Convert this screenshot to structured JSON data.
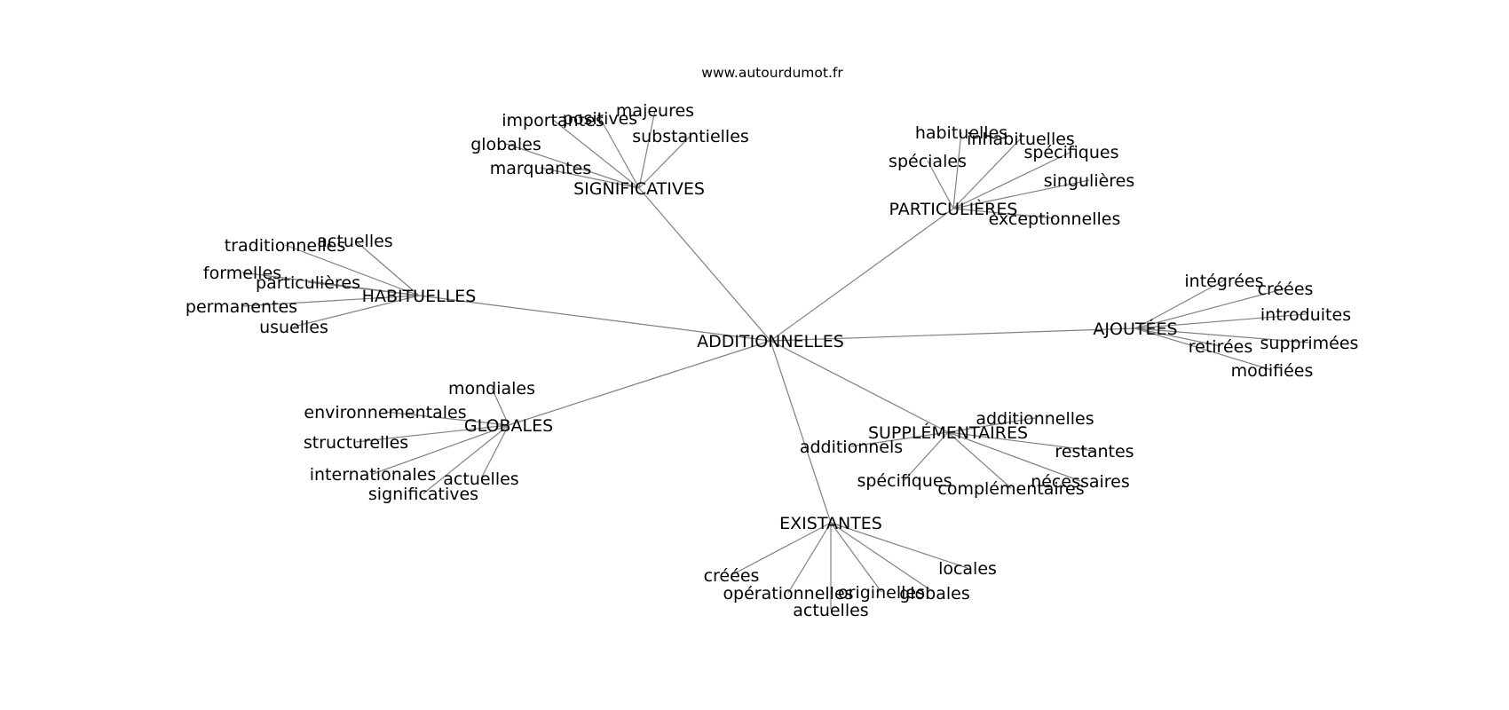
{
  "credit": "www.autourdumot.fr",
  "diagram": {
    "type": "word-association-graph",
    "center": {
      "id": "c",
      "label": "ADDITIONNELLES"
    },
    "clusters": [
      {
        "id": "sig",
        "label": "SIGNIFICATIVES",
        "leaves": [
          "majeures",
          "importantes",
          "positives",
          "substantielles",
          "globales",
          "marquantes"
        ]
      },
      {
        "id": "par",
        "label": "PARTICULIÈRES",
        "leaves": [
          "habituelles",
          "inhabituelles",
          "spécifiques",
          "spéciales",
          "singulières",
          "exceptionnelles"
        ]
      },
      {
        "id": "hab",
        "label": "HABITUELLES",
        "leaves": [
          "traditionnelles",
          "actuelles",
          "formelles",
          "particulières",
          "permanentes",
          "usuelles"
        ]
      },
      {
        "id": "ajo",
        "label": "AJOUTÉES",
        "leaves": [
          "intégrées",
          "créées",
          "introduites",
          "retirées",
          "supprimées",
          "modifiées"
        ]
      },
      {
        "id": "glo",
        "label": "GLOBALES",
        "leaves": [
          "mondiales",
          "environnementales",
          "structurelles",
          "internationales",
          "actuelles",
          "significatives"
        ]
      },
      {
        "id": "sup",
        "label": "SUPPLÉMENTAIRES",
        "leaves": [
          "additionnelles",
          "additionnels",
          "restantes",
          "spécifiques",
          "nécessaires",
          "complémentaires"
        ]
      },
      {
        "id": "exi",
        "label": "EXISTANTES",
        "leaves": [
          "créées",
          "opérationnelles",
          "actuelles",
          "originelles",
          "globales",
          "locales"
        ]
      }
    ]
  }
}
